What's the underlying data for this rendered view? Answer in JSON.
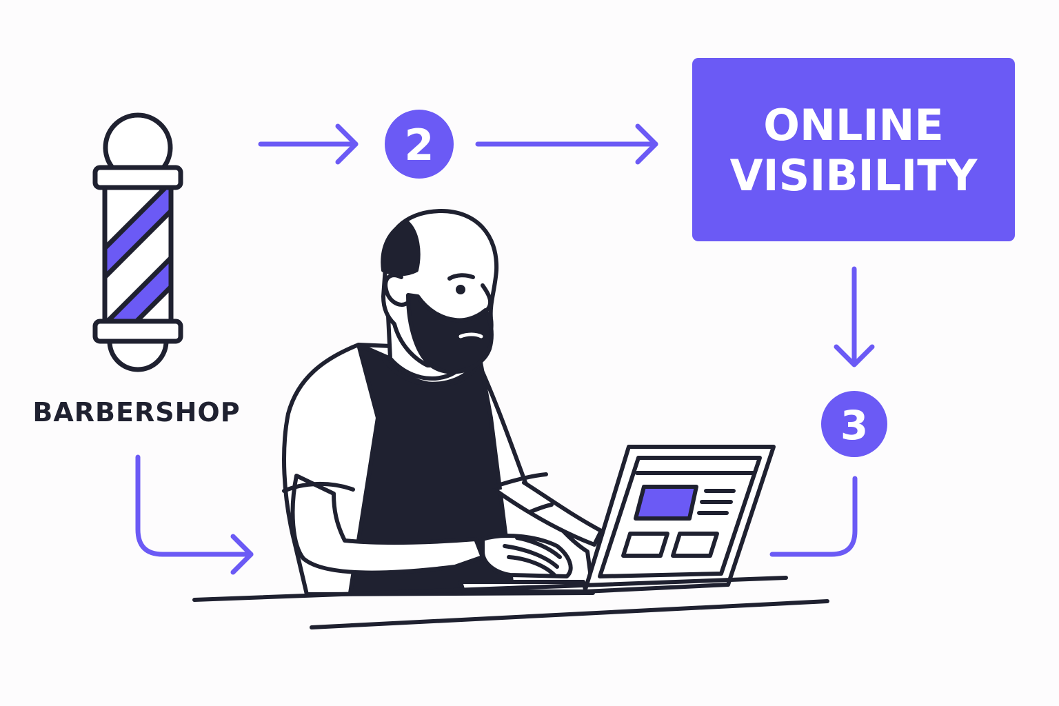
{
  "labels": {
    "barbershop": "BARBERSHOP",
    "online_visibility_line1": "ONLINE",
    "online_visibility_line2": "VISIBILITY"
  },
  "steps": {
    "step2": "2",
    "step3": "3"
  },
  "colors": {
    "accent": "#6b5af5",
    "ink": "#1f2130",
    "background": "#fdfcfd",
    "white": "#ffffff"
  },
  "icons": {
    "pole": "barber-pole-icon",
    "person": "barber-person-illustration",
    "laptop": "laptop-icon"
  }
}
